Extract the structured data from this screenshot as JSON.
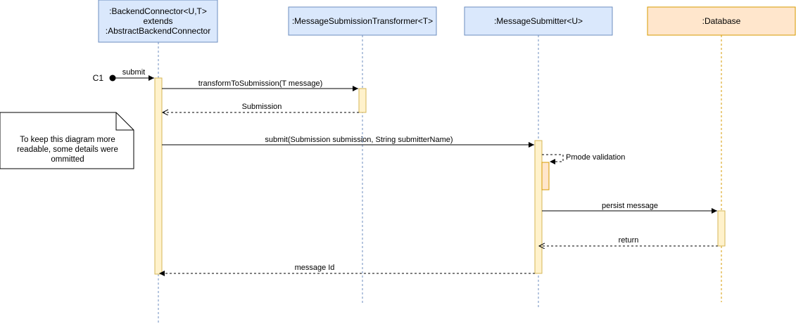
{
  "participants": {
    "backend_connector": {
      "line1": ":BackendConnector<U,T>",
      "line2": "extends",
      "line3": ":AbstractBackendConnector",
      "fill": "#dae8fc",
      "stroke": "#6c8ebf"
    },
    "transformer": {
      "label": ":MessageSubmissionTransformer<T>",
      "fill": "#dae8fc",
      "stroke": "#6c8ebf"
    },
    "submitter": {
      "label": ":MessageSubmitter<U>",
      "fill": "#dae8fc",
      "stroke": "#6c8ebf"
    },
    "database": {
      "label": ":Database",
      "fill": "#ffe6cc",
      "stroke": "#d79b00"
    }
  },
  "found_message": {
    "label": "C1"
  },
  "messages": {
    "submit": "submit",
    "transform": "transformToSubmission(T message)",
    "submission_return": "Submission",
    "submit_call": "submit(Submission submission, String submitterName)",
    "pmode": "Pmode validation",
    "persist": "persist message",
    "db_return": "return",
    "message_id": "message Id"
  },
  "note": {
    "text": "To keep this diagram more readable, some details were ommitted"
  },
  "colors": {
    "activation_fill": "#fff2cc",
    "activation_stroke": "#d6b656",
    "inner_activation_fill": "#ffe6cc",
    "inner_activation_stroke": "#d79b00",
    "arrow": "#000000",
    "lifeline_blue": "#6c8ebf",
    "lifeline_orange": "#d79b00"
  }
}
